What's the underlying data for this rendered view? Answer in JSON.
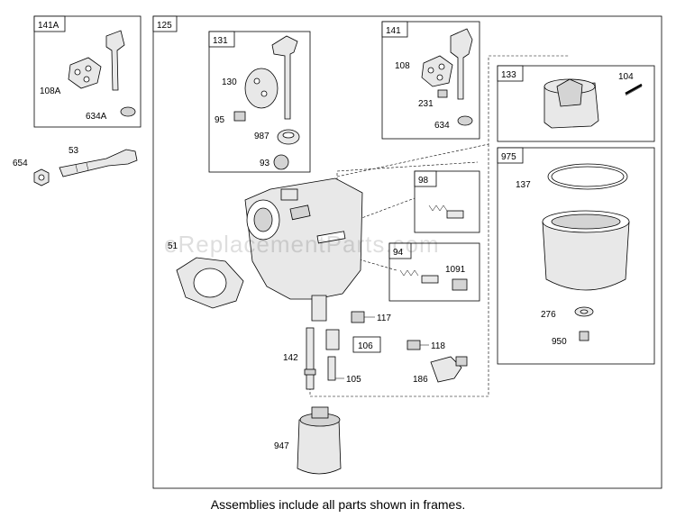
{
  "frames": {
    "f141a": "141A",
    "f125": "125",
    "f131": "131",
    "f141": "141",
    "f133": "133",
    "f975": "975",
    "f98": "98",
    "f94": "94",
    "f106": "106"
  },
  "labels": {
    "p108a": "108A",
    "p634a": "634A",
    "p654": "654",
    "p53": "53",
    "p130": "130",
    "p95": "95",
    "p987": "987",
    "p93": "93",
    "p108": "108",
    "p231": "231",
    "p634": "634",
    "p104": "104",
    "p137": "137",
    "p276": "276",
    "p950": "950",
    "p51": "51",
    "p1091": "1091",
    "p117": "117",
    "p142": "142",
    "p118": "118",
    "p105": "105",
    "p186": "186",
    "p947": "947"
  },
  "watermark": "eReplacementParts.com",
  "caption": "Assemblies include all parts shown in frames.",
  "colors": {
    "ink": "#000000",
    "fill": "#e8e8e8",
    "watermark": "#bdbdbd"
  }
}
